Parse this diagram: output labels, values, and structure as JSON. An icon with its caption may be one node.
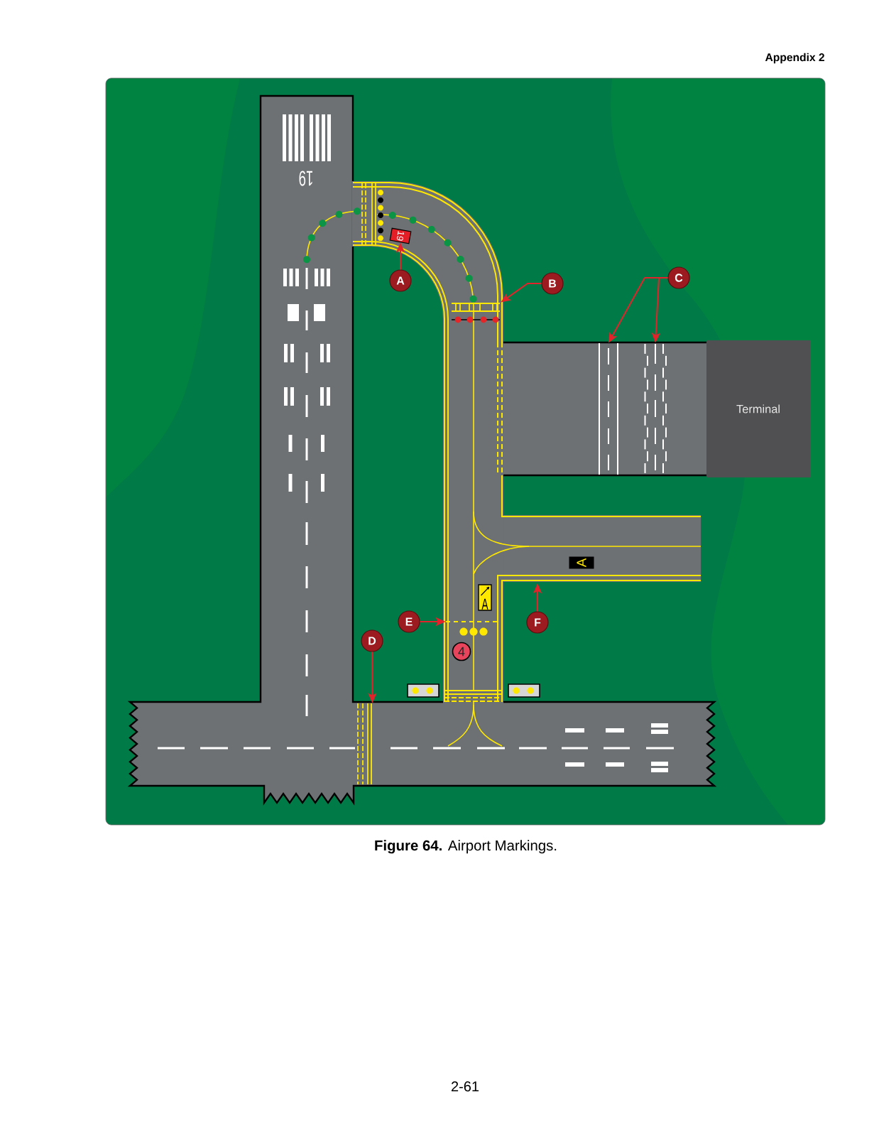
{
  "diagram": {
    "caption": "**Figure 64.** Airport Markings.",
    "nodes": [
      {
        "text": [
          "19"
        ]
      },
      {
        "text": [
          "A"
        ]
      },
      {
        "text": [
          "B"
        ]
      },
      {
        "text": [
          "C"
        ]
      },
      {
        "text": [],
        "shape": "lines"
      },
      {
        "text": [],
        "shape": "lines"
      },
      {
        "text": [],
        "shape": "lines"
      },
      {
        "text": [
          "Terminal"
        ]
      },
      {
        "text": [
          "A"
        ]
      },
      {
        "text": [
          "A"
        ]
      },
      {
        "text": [
          "E"
        ]
      },
      {
        "text": [],
        "shape": "lines"
      },
      {
        "text": [
          "F"
        ]
      },
      {
        "text": [
          "D"
        ]
      },
      {
        "text": [
          "4"
        ]
      },
      {
        "text": [],
        "shape": "lines"
      }
    ],
    "edges": [
      {
        "from": 1,
        "to": 0,
        "arrow": "to"
      },
      {
        "from": 2,
        "to": 4,
        "arrow": "to"
      },
      {
        "from": 3,
        "to": 5,
        "arrow": "to"
      },
      {
        "from": 3,
        "to": 6,
        "arrow": "to"
      },
      {
        "from": 10,
        "to": 11,
        "arrow": "to"
      },
      {
        "from": 12,
        "to": null,
        "arrow": "to"
      },
      {
        "from": 13,
        "to": 15,
        "arrow": "to"
      }
    ],
    "labels": [
      "Appendix 2",
      "19",
      "2-61"
    ]
  }
}
